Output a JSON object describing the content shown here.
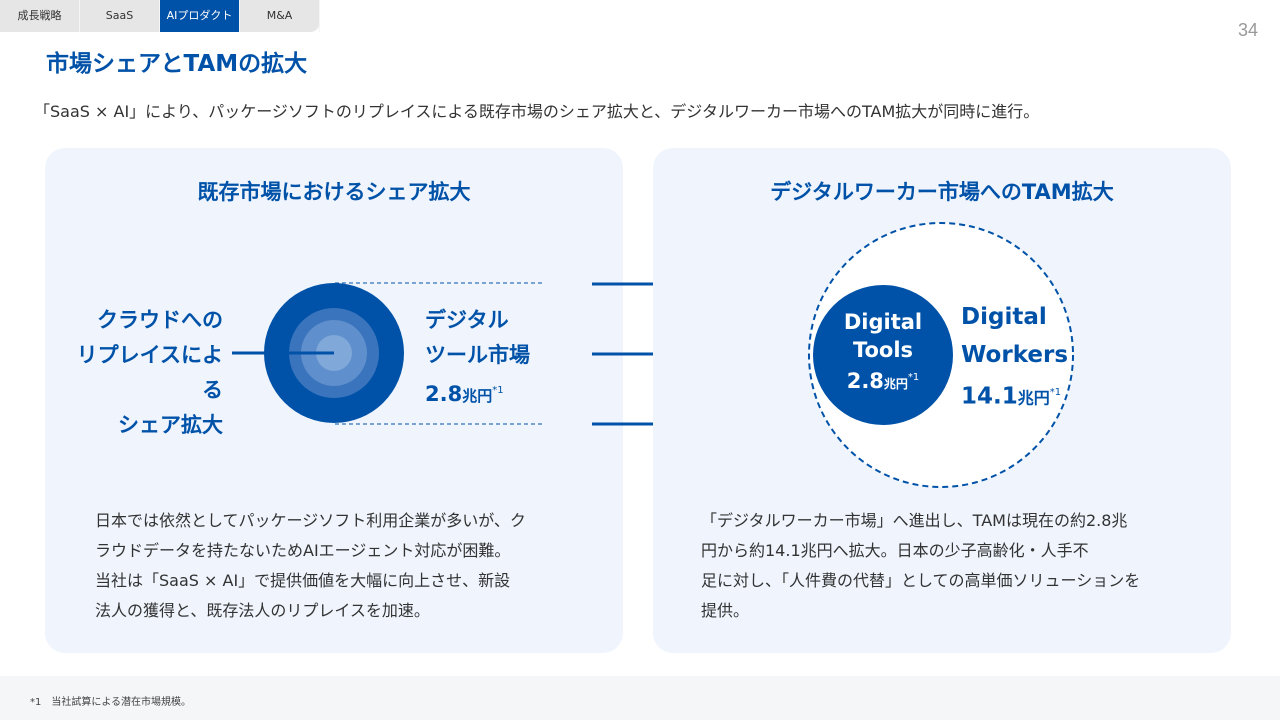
{
  "tabs": [
    {
      "label": "成長戦略"
    },
    {
      "label": "SaaS"
    },
    {
      "label": "AIプロダクト"
    },
    {
      "label": "M&A"
    }
  ],
  "page_number": "34",
  "title": "市場シェアとTAMの拡大",
  "lead": "「SaaS × AI」により、パッケージソフトのリプレイスによる既存市場のシェア拡大と、デジタルワーカー市場へのTAM拡大が同時に進行。",
  "left": {
    "heading": "既存市場におけるシェア拡大",
    "callout": [
      "クラウドへの",
      "リプレイスによる",
      "シェア拡大"
    ],
    "market": [
      "デジタル",
      "ツール市場"
    ],
    "value": "2.8",
    "unit": "兆円",
    "note": "*1",
    "desc": [
      "日本では依然としてパッケージソフト利用企業が多いが、ク",
      "ラウドデータを持たないためAIエージェント対応が困難。",
      "当社は「SaaS × AI」で提供価値を大幅に向上させ、新設",
      "法人の獲得と、既存法人のリプレイスを加速。"
    ]
  },
  "right": {
    "heading": "デジタルワーカー市場へのTAM拡大",
    "inner": [
      "Digital",
      "Tools"
    ],
    "inner_value": "2.8",
    "outer": [
      "Digital",
      "Workers"
    ],
    "outer_value": "14.1",
    "unit": "兆円",
    "note": "*1",
    "desc": [
      "「デジタルワーカー市場」へ進出し、TAMは現在の約2.8兆",
      "円から約14.1兆円へ拡大。日本の少子高齢化・人手不",
      "足に対し、「人件費の代替」としての高単価ソリューションを",
      "提供。"
    ]
  },
  "footnote": "*1　当社試算による潜在市場規模。",
  "colors": {
    "brand": "#0052a8",
    "card": "#eff4fd"
  }
}
